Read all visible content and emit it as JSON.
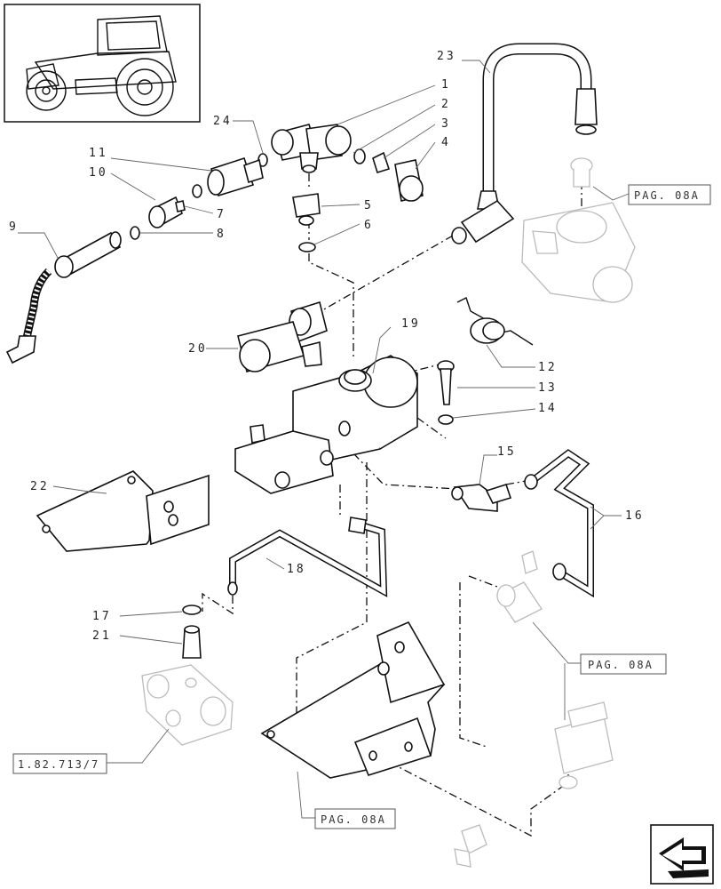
{
  "callouts": [
    {
      "id": "c1",
      "text": "1"
    },
    {
      "id": "c2",
      "text": "2"
    },
    {
      "id": "c3",
      "text": "3"
    },
    {
      "id": "c4",
      "text": "4"
    },
    {
      "id": "c5",
      "text": "5"
    },
    {
      "id": "c6",
      "text": "6"
    },
    {
      "id": "c7",
      "text": "7"
    },
    {
      "id": "c8",
      "text": "8"
    },
    {
      "id": "c9",
      "text": "9"
    },
    {
      "id": "c10",
      "text": "10"
    },
    {
      "id": "c11",
      "text": "11"
    },
    {
      "id": "c12",
      "text": "12"
    },
    {
      "id": "c13",
      "text": "13"
    },
    {
      "id": "c14",
      "text": "14"
    },
    {
      "id": "c15",
      "text": "15"
    },
    {
      "id": "c16",
      "text": "16"
    },
    {
      "id": "c17",
      "text": "17"
    },
    {
      "id": "c18",
      "text": "18"
    },
    {
      "id": "c19",
      "text": "19"
    },
    {
      "id": "c20",
      "text": "20"
    },
    {
      "id": "c21",
      "text": "21"
    },
    {
      "id": "c22",
      "text": "22"
    },
    {
      "id": "c23",
      "text": "23"
    },
    {
      "id": "c24",
      "text": "24"
    }
  ],
  "references": {
    "pag_top": "PAG. 08A",
    "pag_mid": "PAG. 08A",
    "pag_bottom": "PAG. 08A",
    "section_ref": "1.82.713/7"
  },
  "icons": {
    "thumbnail": "tractor-thumbnail-icon",
    "nav": "next-page-arrow-icon"
  }
}
